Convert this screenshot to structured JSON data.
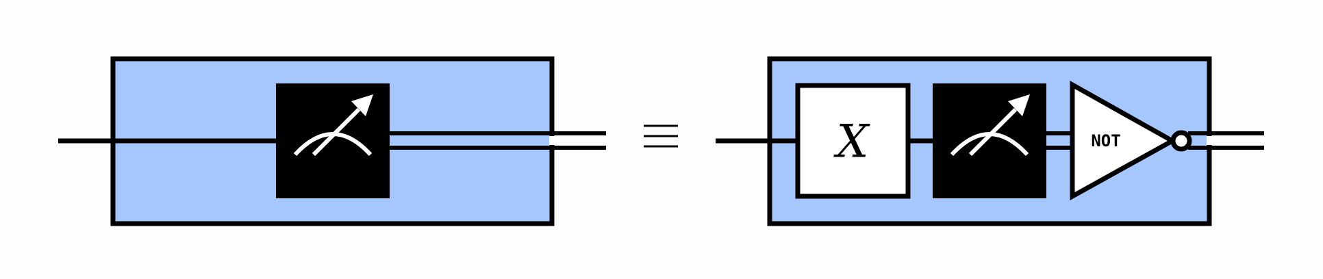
{
  "colors": {
    "background": "#fdfdfd",
    "block_fill": "#a6c6fe",
    "stroke": "#000000",
    "meter_fill": "#000000",
    "meter_glyph": "#ffffff",
    "gate_fill": "#ffffff"
  },
  "left_circuit": {
    "elements": [
      "measurement-meter"
    ]
  },
  "equivalence_symbol": "≡",
  "right_circuit": {
    "x_gate": {
      "label": "X"
    },
    "not_gate": {
      "label": "NOT"
    },
    "elements": [
      "x-gate",
      "measurement-meter",
      "not-gate"
    ]
  }
}
